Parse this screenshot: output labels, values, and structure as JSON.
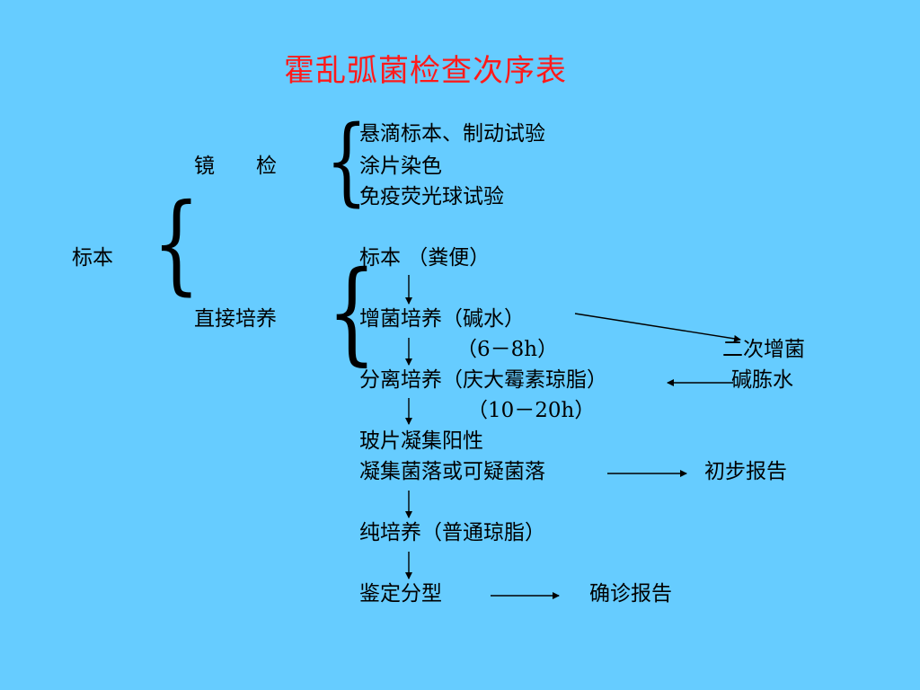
{
  "title": "霍乱弧菌检查次序表",
  "root": "标本",
  "branches": {
    "microscopy": {
      "label": "镜　　检",
      "items": [
        "悬滴标本、制动试验",
        "涂片染色",
        "免疫荧光球试验"
      ]
    },
    "culture": {
      "label": "直接培养",
      "steps": {
        "specimen": "标本 （粪便）",
        "enrich": "增菌培养（碱水）",
        "enrich_time": "（6－8h）",
        "isolate": "分离培养（庆大霉素琼脂）",
        "isolate_time": "（10－20h）",
        "slide": "玻片凝集阳性",
        "colony": "凝集菌落或可疑菌落",
        "pure": "纯培养（普通琼脂）",
        "identify": "鉴定分型"
      },
      "side": {
        "second_enrich": "二次增菌",
        "alkaline_water": "碱胨水",
        "preliminary_report": "初步报告",
        "final_report": "确诊报告"
      }
    }
  },
  "colors": {
    "background": "#66ccff",
    "title": "#ff1a1a",
    "text": "#000000"
  }
}
